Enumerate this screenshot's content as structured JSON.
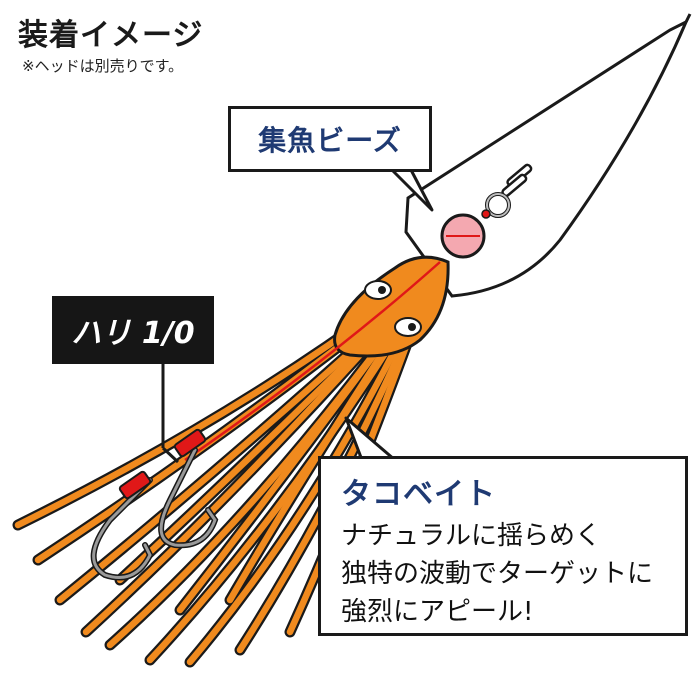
{
  "header": {
    "title": "装着イメージ",
    "note": "※ヘッドは別売りです。"
  },
  "callouts": {
    "beads": "集魚ビーズ",
    "hook": "ハリ 1/0",
    "bait": {
      "title": "タコベイト",
      "lines": [
        "ナチュラルに揺らめく",
        "独特の波動でターゲットに",
        "強烈にアピール!"
      ]
    }
  },
  "colors": {
    "octopus_orange": "#f08a1e",
    "heading_navy": "#1f3a73",
    "bead_pink": "#f4a8b0",
    "hook_red": "#e01818"
  },
  "icons": [
    "jig-head",
    "swivel",
    "bead",
    "octopus-skirt",
    "hook"
  ]
}
